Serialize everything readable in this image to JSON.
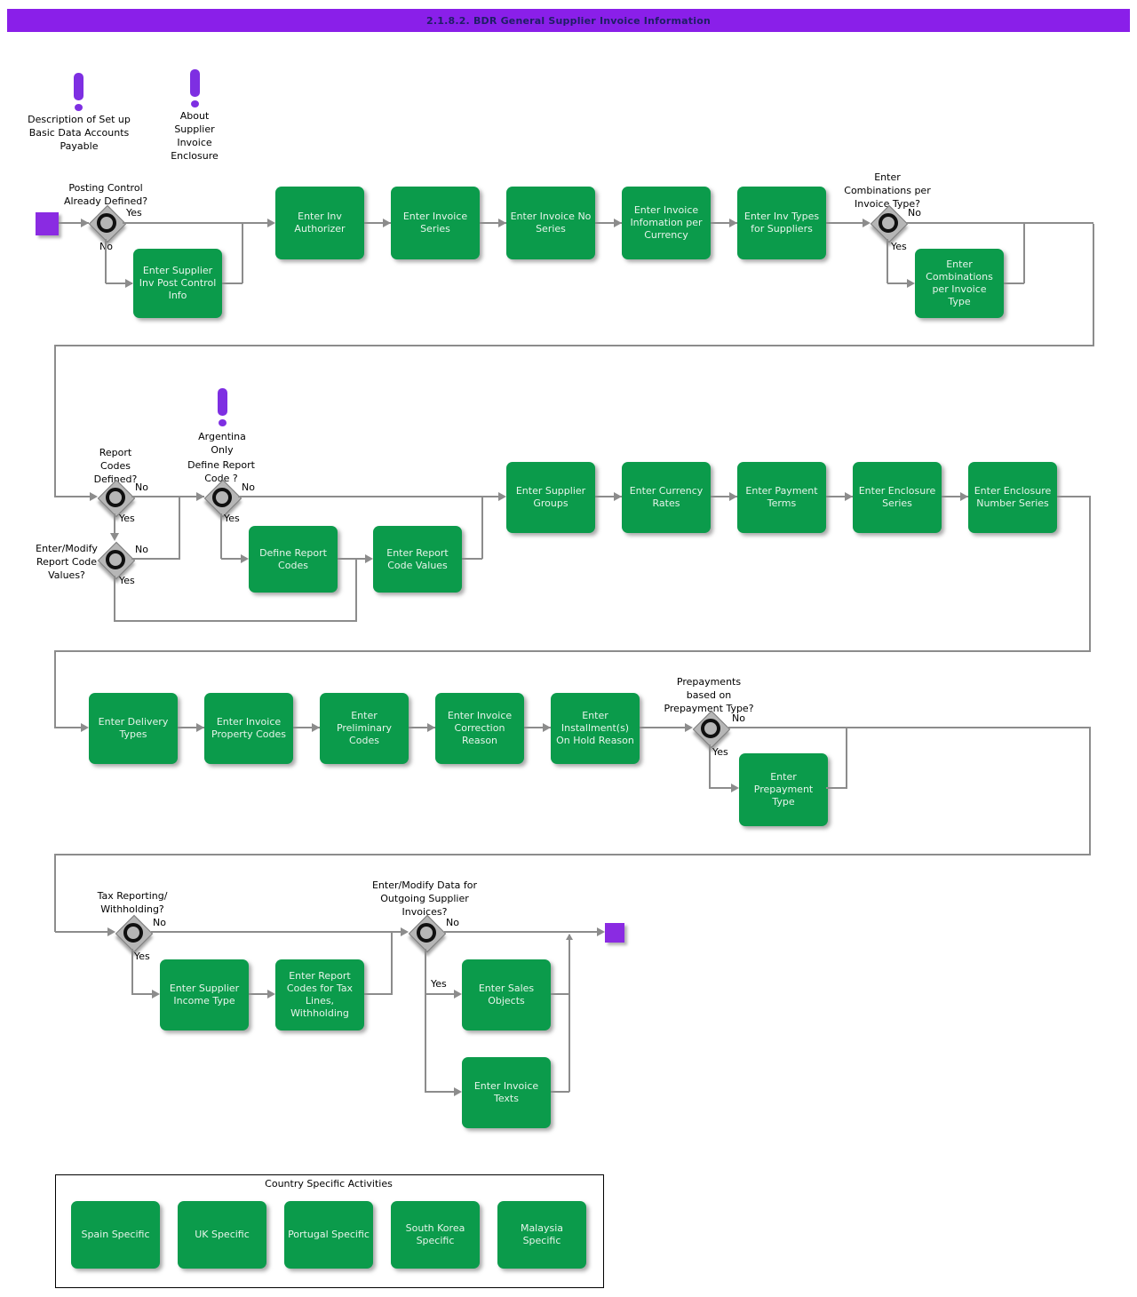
{
  "header": {
    "title": "2.1.8.2. BDR General Supplier Invoice Information"
  },
  "colors": {
    "header_purple": "#8a1fe9",
    "accent_purple": "#8a2be2",
    "task_green": "#0b9b4b",
    "line_gray": "#8c8c8c",
    "gateway_gray": "#b6b6b6",
    "title_text": "#1f1f66"
  },
  "notes": {
    "description": {
      "label": "Description of Set up\nBasic Data Accounts\nPayable"
    },
    "about": {
      "label": "About\nSupplier\nInvoice\nEnclosure"
    },
    "argentina": {
      "label": "Argentina\nOnly"
    }
  },
  "decisions": {
    "posting_control": {
      "question": "Posting Control\nAlready Defined?",
      "yes": "Yes",
      "no": "No"
    },
    "combinations": {
      "question": "Enter\nCombinations per\nInvoice Type?",
      "yes": "Yes",
      "no": "No"
    },
    "report_codes": {
      "question": "Report\nCodes\nDefined?",
      "yes": "Yes",
      "no": "No"
    },
    "define_report_code": {
      "question": "Define Report\nCode ?",
      "yes": "Yes",
      "no": "No"
    },
    "report_code_values": {
      "question": "Enter/Modify\nReport Code\nValues?",
      "yes": "Yes",
      "no": "No"
    },
    "prepayments": {
      "question": "Prepayments\nbased on\nPrepayment Type?",
      "yes": "Yes",
      "no": "No"
    },
    "tax_reporting": {
      "question": "Tax Reporting/\nWithholding?",
      "yes": "Yes",
      "no": "No"
    },
    "outgoing_invoices": {
      "question": "Enter/Modify Data for\nOutgoing Supplier\nInvoices?",
      "yes": "Yes",
      "no": "No"
    }
  },
  "tasks": {
    "supplier_inv_post_control": {
      "label": "Enter Supplier\nInv Post Control\nInfo"
    },
    "inv_authorizer": {
      "label": "Enter Inv\nAuthorizer"
    },
    "invoice_series": {
      "label": "Enter Invoice\nSeries"
    },
    "invoice_no_series": {
      "label": "Enter Invoice No\nSeries"
    },
    "invoice_information_per_currency": {
      "label": "Enter Invoice\nInfomation per\nCurrency"
    },
    "inv_types_for_suppliers": {
      "label": "Enter Inv Types\nfor Suppliers"
    },
    "combinations_per_invoice_type": {
      "label": "Enter\nCombinations\nper Invoice\nType"
    },
    "define_report_codes": {
      "label": "Define Report\nCodes"
    },
    "report_code_values": {
      "label": "Enter Report\nCode Values"
    },
    "supplier_groups": {
      "label": "Enter Supplier\nGroups"
    },
    "currency_rates": {
      "label": "Enter Currency\nRates"
    },
    "payment_terms": {
      "label": "Enter Payment\nTerms"
    },
    "enclosure_series": {
      "label": "Enter Enclosure\nSeries"
    },
    "enclosure_number_series": {
      "label": "Enter Enclosure\nNumber Series"
    },
    "delivery_types": {
      "label": "Enter Delivery\nTypes"
    },
    "invoice_property_codes": {
      "label": "Enter Invoice\nProperty Codes"
    },
    "preliminary_codes": {
      "label": "Enter\nPreliminary\nCodes"
    },
    "invoice_correction_reason": {
      "label": "Enter Invoice\nCorrection\nReason"
    },
    "installments_on_hold": {
      "label": "Enter\nInstallment(s)\nOn Hold Reason"
    },
    "prepayment_type": {
      "label": "Enter\nPrepayment\nType"
    },
    "supplier_income_type": {
      "label": "Enter Supplier\nIncome Type"
    },
    "report_codes_tax_withholding": {
      "label": "Enter Report\nCodes for Tax\nLines,\nWithholding"
    },
    "sales_objects": {
      "label": "Enter Sales\nObjects"
    },
    "invoice_texts": {
      "label": "Enter Invoice\nTexts"
    }
  },
  "country_specific": {
    "title": "Country Specific Activities",
    "items": {
      "spain": {
        "label": "Spain Specific"
      },
      "uk": {
        "label": "UK Specific"
      },
      "portugal": {
        "label": "Portugal Specific"
      },
      "south_korea": {
        "label": "South Korea\nSpecific"
      },
      "malaysia": {
        "label": "Malaysia\nSpecific"
      }
    }
  }
}
